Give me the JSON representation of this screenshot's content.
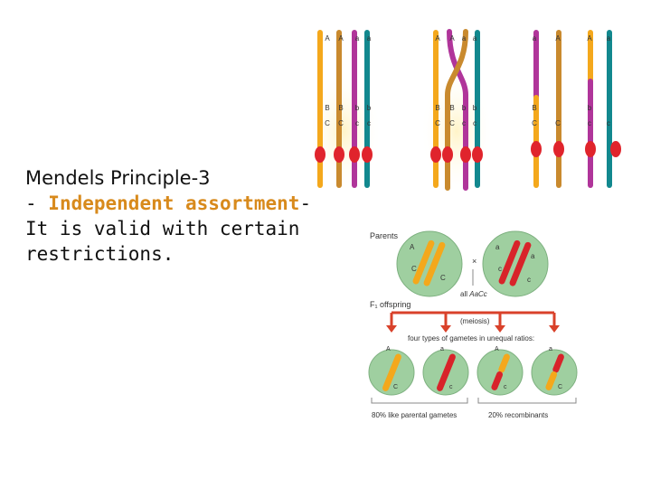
{
  "text": {
    "title": "Mendels Principle-3",
    "line2_prefix": "- ",
    "line2_highlight": "Independent assortment",
    "line2_suffix": "-",
    "line3": "It is valid with certain",
    "line4": "restrictions."
  },
  "top_figure": {
    "panel1_labels": [
      "A",
      "A",
      "a",
      "a",
      "B",
      "B",
      "b",
      "b",
      "C",
      "C",
      "c",
      "c"
    ],
    "panel2_labels": [
      "A",
      "A",
      "a",
      "a",
      "B",
      "B",
      "b",
      "b",
      "C",
      "C",
      "c",
      "c"
    ],
    "panel3_labels": [
      "a",
      "A",
      "A",
      "a",
      "B",
      "b",
      "C",
      "C",
      "c",
      "c"
    ]
  },
  "bottom_figure": {
    "parents_label": "Parents",
    "cross_symbol": "×",
    "parent1_labels": [
      "A",
      "C",
      "C"
    ],
    "parent2_labels": [
      "a",
      "a",
      "c",
      "c"
    ],
    "f1_label_prefix": "all ",
    "f1_genotype": "AaCc",
    "f1_offspring_label": "F₁ offspring",
    "meiosis_label": "(meiosis)",
    "gametes_label": "four types of gametes in unequal ratios:",
    "gamete_labels": [
      [
        "A",
        "C"
      ],
      [
        "a",
        "c"
      ],
      [
        "A",
        "c"
      ],
      [
        "a",
        "C"
      ]
    ],
    "parental_label": "80% like parental gametes",
    "recombinant_label": "20% recombinants"
  },
  "colors": {
    "highlight": "#d88a1c",
    "chromosome_orange": "#f4a81c",
    "chromosome_tan": "#c98a2e",
    "chromosome_magenta": "#b0359a",
    "chromosome_teal": "#12888e",
    "chromosome_red": "#d8232a",
    "centromere": "#e0242c",
    "cell_fill": "#9fcfa0",
    "arrow": "#d9412a"
  }
}
